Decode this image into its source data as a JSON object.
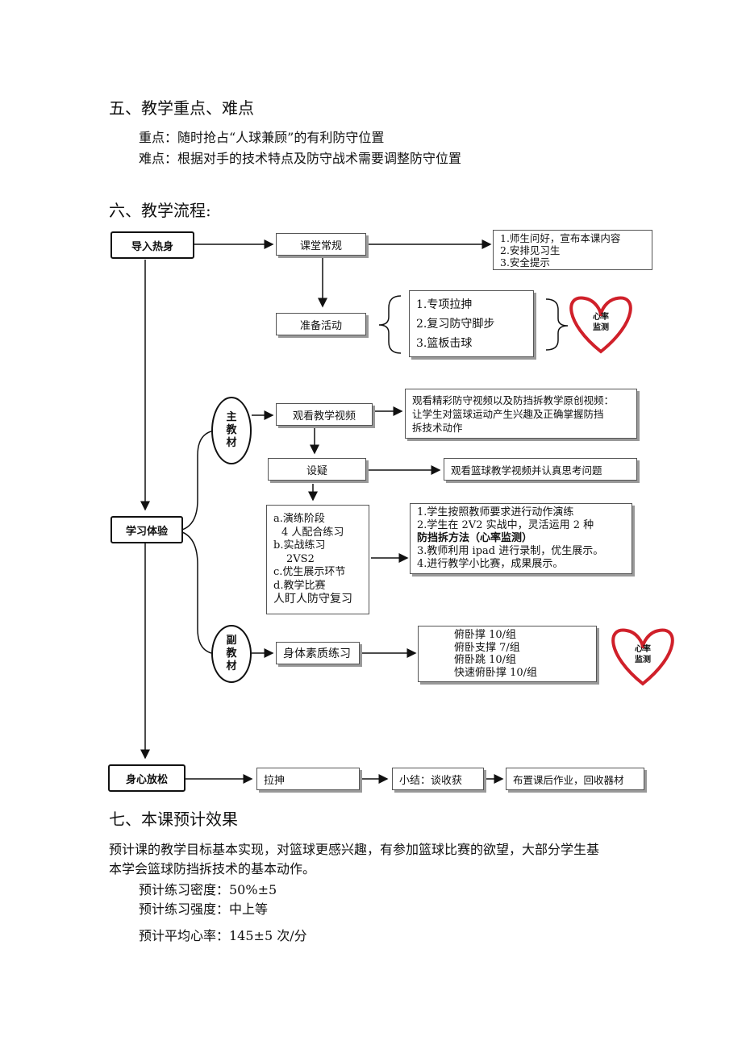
{
  "section5": {
    "title": "五、教学重点、难点",
    "key_point": "重点：随时抢占“人球兼顾”的有利防守位置",
    "difficulty": "难点：根据对手的技术特点及防守战术需要调整防守位置"
  },
  "section6": {
    "title": "六、教学流程:",
    "flow": {
      "stage_warmup": "导入热身",
      "stage_learning": "学习体验",
      "stage_relax": "身心放松",
      "routine": "课堂常规",
      "routine_items": [
        "1.师生问好，宣布本课内容",
        "2.安排见习生",
        "3.安全提示"
      ],
      "prep": "准备活动",
      "prep_items": [
        "1.专项拉抻",
        "2.复习防守脚步",
        "3.篮板击球"
      ],
      "heart_label_1": "心率",
      "heart_label_2": "监测",
      "main_material": [
        "主",
        "教",
        "材"
      ],
      "sub_material": [
        "副",
        "教",
        "材"
      ],
      "watch_video": "观看教学视频",
      "watch_video_desc": [
        "观看精彩防守视频以及防挡拆教学原创视频：",
        "让学生对篮球运动产生兴趣及正确掌握防挡",
        "拆技术动作"
      ],
      "question": "设疑",
      "question_desc": "观看篮球教学视频并认真思考问题",
      "stages_list": [
        "a.演练阶段",
        "4 人配合练习",
        "b.实战练习",
        "2VS2",
        "c.优生展示环节",
        "d.教学比赛",
        "人盯人防守复习"
      ],
      "stages_desc": [
        "1.学生按照教师要求进行动作演练",
        "2.学生在 2V2 实战中，灵活运用 2 种",
        "防挡拆方法（心率监测）",
        "3.教师利用 ipad 进行录制，优生展示。",
        "4.进行教学小比赛，成果展示。"
      ],
      "fitness": "身体素质练习",
      "fitness_items": [
        "俯卧撑 10/组",
        "俯卧支撑 7/组",
        "俯卧跳 10/组",
        "快速俯卧撑 10/组"
      ],
      "stretch": "拉抻",
      "summary": "小结：谈收获",
      "homework": "布置课后作业，回收器材"
    }
  },
  "section7": {
    "title": "七、本课预计效果",
    "para1": "预计课的教学目标基本实现，对篮球更感兴趣，有参加篮球比赛的欲望，大部分学生基",
    "para2": "本学会篮球防挡拆技术的基本动作。",
    "density": "预计练习密度：50%±5",
    "intensity": "预计练习强度：中上等",
    "heart_rate": "预计平均心率：145±5 次/分"
  }
}
